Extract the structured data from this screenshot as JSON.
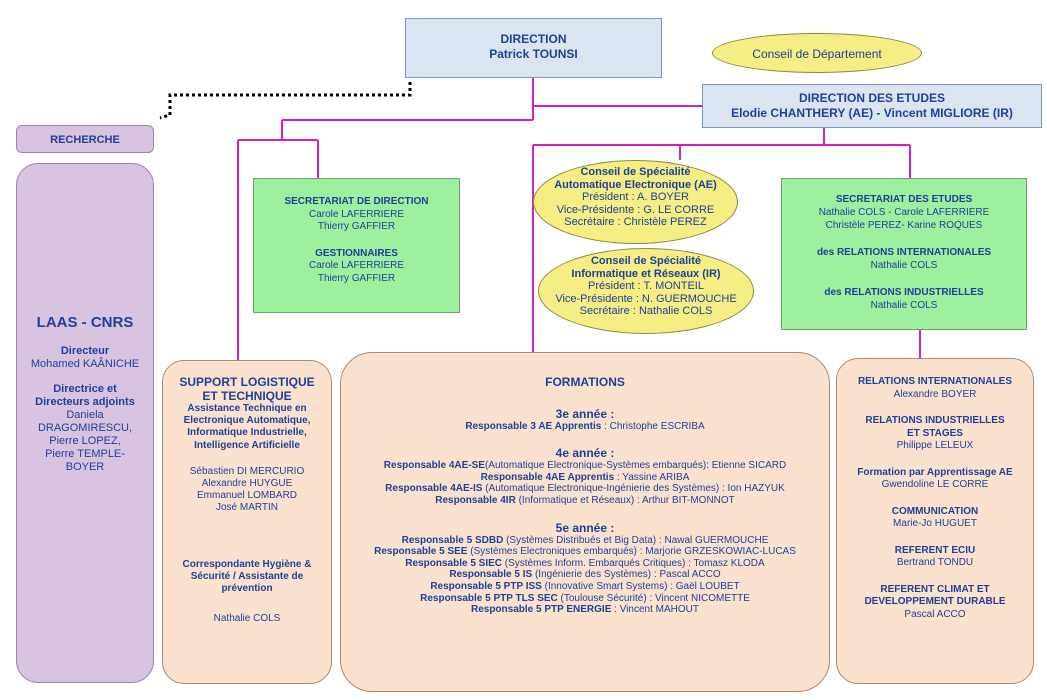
{
  "direction": {
    "label": "DIRECTION",
    "name": "Patrick TOUNSI"
  },
  "conseil_departement": "Conseil de Département",
  "direction_etudes": {
    "label": "DIRECTION DES ETUDES",
    "names": "Elodie CHANTHERY (AE) - Vincent MIGLIORE (IR)"
  },
  "recherche": "RECHERCHE",
  "laas": {
    "title": "LAAS - CNRS",
    "directeur_label": "Directeur",
    "directeur": "Mohamed KAÂNICHE",
    "adjoints_label1": "Directrice et",
    "adjoints_label2": "Directeurs adjoints",
    "adj1": "Daniela",
    "adj2": "DRAGOMIRESCU,",
    "adj3": "Pierre LOPEZ,",
    "adj4": "Pierre TEMPLE-",
    "adj5": "BOYER"
  },
  "secretariat_direction": {
    "title": "SECRETARIAT DE DIRECTION",
    "p1": "Carole LAFERRIERE",
    "p2": "Thierry GAFFIER",
    "gest_title": "GESTIONNAIRES",
    "g1": "Carole LAFERRIERE",
    "g2": "Thierry GAFFIER"
  },
  "conseil_ae": {
    "t1": "Conseil de Spécialité",
    "t2": "Automatique Electronique (AE)",
    "president": "Président : A. BOYER",
    "vice": "Vice-Présidente : G. LE CORRE",
    "secretaire": "Secrétaire : Christèle PEREZ"
  },
  "conseil_ir": {
    "t1": "Conseil de Spécialité",
    "t2": "Informatique et Réseaux (IR)",
    "president": "Président : T. MONTEIL",
    "vice": "Vice-Présidente : N. GUERMOUCHE",
    "secretaire": "Secrétaire : Nathalie COLS"
  },
  "secretariat_etudes": {
    "title": "SECRETARIAT DES ETUDES",
    "p1": "Nathalie COLS - Carole LAFERRIERE",
    "p2": "Christèle PEREZ- Karine ROQUES",
    "ri_title": "des RELATIONS INTERNATIONALES",
    "ri": "Nathalie COLS",
    "rind_title": "des RELATIONS INDUSTRIELLES",
    "rind": "Nathalie COLS"
  },
  "support": {
    "t1": "SUPPORT LOGISTIQUE",
    "t2": "ET TECHNIQUE",
    "a1": "Assistance Technique en",
    "a2": "Electronique Automatique,",
    "a3": "Informatique Industrielle,",
    "a4": "Intelligence Artificielle",
    "p1": "Sébastien DI MERCURIO",
    "p2": "Alexandre HUYGUE",
    "p3": "Emmanuel LOMBARD",
    "p4": "José MARTIN",
    "h1": "Correspondante Hygiène &",
    "h2": "Sécurité / Assistante de",
    "h3": "prévention",
    "h4": "Nathalie COLS"
  },
  "formations": {
    "title": "FORMATIONS",
    "y3": "3e année :",
    "y3_r1_b": "Responsable 3 AE Apprentis",
    "y3_r1_t": " : Christophe ESCRIBA",
    "y4": "4e année :",
    "y4_r1_b": "Responsable 4AE-SE",
    "y4_r1_t": "(Automatique Electronique-Systèmes embarqués): Etienne SICARD",
    "y4_r2_b": "Responsable 4AE Apprentis",
    "y4_r2_t": " : Yassine ARIBA",
    "y4_r3_b": "Responsable 4AE-IS",
    "y4_r3_t": " (Automatique Electronique-Ingénierie des Systèmes) : Ion HAZYUK",
    "y4_r4_b": "Responsable 4IR",
    "y4_r4_t": " (Informatique et Réseaux) : Arthur BIT-MONNOT",
    "y5": "5e année :",
    "y5_r1_b": "Responsable 5 SDBD",
    "y5_r1_t": " (Systèmes Distribués et Big Data) : Nawal GUERMOUCHE",
    "y5_r2_b": "Responsable 5 SEE",
    "y5_r2_t": " (Systèmes Electroniques embarqués) : Marjorie GRZESKOWIAC-LUCAS",
    "y5_r3_b": "Responsable 5 SIEC",
    "y5_r3_t": " (Systèmes Inform. Embarqués Critiques) : Tomasz KLODA",
    "y5_r4_b": "Responsable 5 IS",
    "y5_r4_t": " (Ingénierie des Systèmes) : Pascal ACCO",
    "y5_r5_b": "Responsable 5 PTP ISS",
    "y5_r5_t": " (Innovative Smart Systems) : Gaël LOUBET",
    "y5_r6_b": "Responsable 5 PTP TLS SEC",
    "y5_r6_t": " (Toulouse Sécurité) : Vincent NICOMETTE",
    "y5_r7_b": "Responsable 5 PTP ENERGIE",
    "y5_r7_t": " : Vincent MAHOUT"
  },
  "relations": {
    "ri_title": "RELATIONS INTERNATIONALES",
    "ri": "Alexandre BOYER",
    "rind_t1": "RELATIONS INDUSTRIELLES",
    "rind_t2": "ET STAGES",
    "rind": "Philippe LELEUX",
    "app_title": "Formation par Apprentissage AE",
    "app": "Gwendoline LE CORRE",
    "com_title": "COMMUNICATION",
    "com": "Marie-Jo HUGUET",
    "eciu_title": "REFERENT ECIU",
    "eciu": "Bertrand TONDU",
    "clim_t1": "REFERENT CLIMAT ET",
    "clim_t2": "DEVELOPPEMENT DURABLE",
    "clim": "Pascal ACCO"
  }
}
